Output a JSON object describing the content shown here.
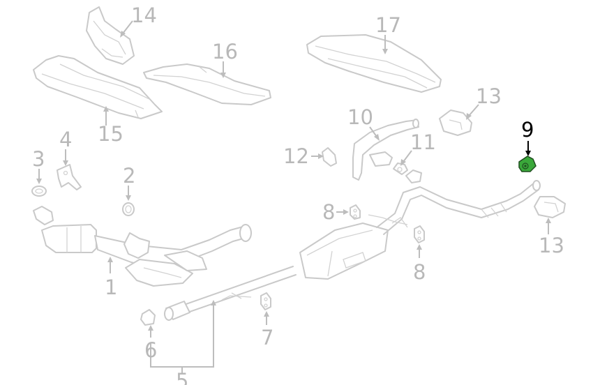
{
  "callouts": {
    "c1": "1",
    "c2": "2",
    "c3": "3",
    "c4": "4",
    "c5": "5",
    "c6": "6",
    "c7": "7",
    "c8a": "8",
    "c8b": "8",
    "c9": "9",
    "c10": "10",
    "c11": "11",
    "c12": "12",
    "c13a": "13",
    "c13b": "13",
    "c14": "14",
    "c15": "15",
    "c16": "16",
    "c17": "17"
  },
  "highlight": {
    "part": "9",
    "fill_color": "#3aa83a",
    "stroke_color": "#1f4d1f"
  },
  "colors": {
    "line_art": "#c9c9c9",
    "callout_text": "#b8b8b8",
    "highlight_text": "#000000"
  }
}
